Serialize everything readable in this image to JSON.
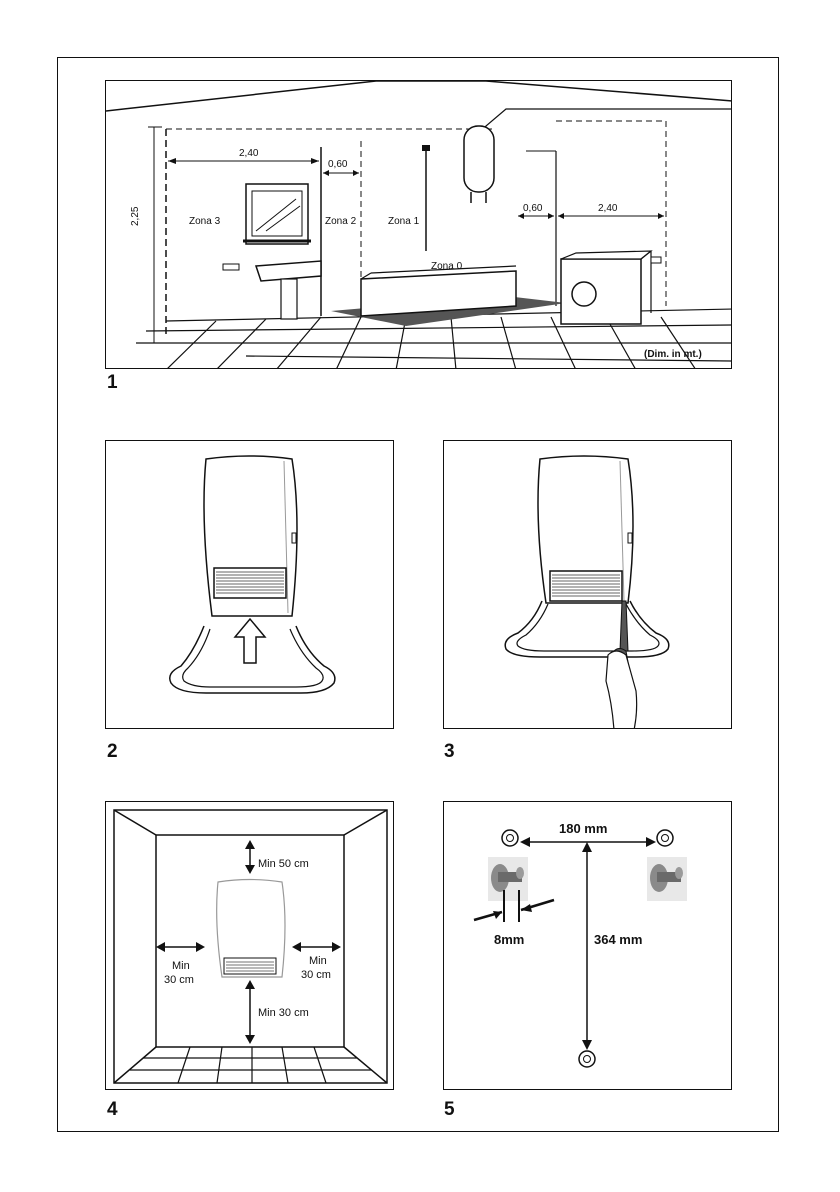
{
  "figures": {
    "f1": {
      "number": "1",
      "zones": [
        "Zona 3",
        "Zona 2",
        "Zona 1",
        "Zona 0"
      ],
      "dims": {
        "height": "2,25",
        "left_width": "2,40",
        "gap_left": "0,60",
        "gap_right": "0,60",
        "right_width": "2,40"
      },
      "note": "(Dim. in mt.)"
    },
    "f2": {
      "number": "2"
    },
    "f3": {
      "number": "3"
    },
    "f4": {
      "number": "4",
      "top": "Min 50 cm",
      "left_line1": "Min",
      "left_line2": "30 cm",
      "right_line1": "Min",
      "right_line2": "30 cm",
      "bottom": "Min 30 cm"
    },
    "f5": {
      "number": "5",
      "horizontal": "180 mm",
      "vertical": "364  mm",
      "diameter": "8mm"
    }
  }
}
